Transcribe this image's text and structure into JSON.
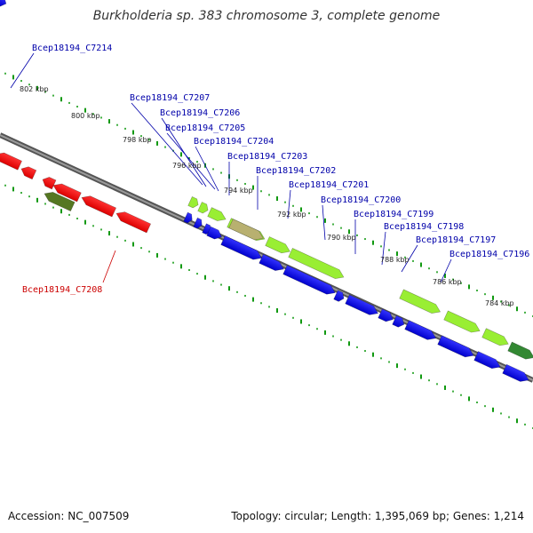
{
  "title": "Burkholderia sp. 383 chromosome 3, complete genome",
  "footer": {
    "accession": "Accession: NC_007509",
    "summary": "Topology: circular; Length: 1,395,069 bp; Genes: 1,214"
  },
  "tick_labels": [
    "802 kbp",
    "800 kbp",
    "798 kbp",
    "796 kbp",
    "794 kbp",
    "792 kbp",
    "790 kbp",
    "788 kbp",
    "786 kbp",
    "784 kbp"
  ],
  "gene_labels": {
    "top": [
      "Bcep18194_C7214",
      "Bcep18194_C7207",
      "Bcep18194_C7206",
      "Bcep18194_C7205",
      "Bcep18194_C7204",
      "Bcep18194_C7203",
      "Bcep18194_C7202",
      "Bcep18194_C7201",
      "Bcep18194_C7200",
      "Bcep18194_C7199",
      "Bcep18194_C7198",
      "Bcep18194_C7197",
      "Bcep18194_C7196"
    ],
    "bottom": [
      "Bcep18194_C7208"
    ]
  },
  "colors": {
    "forward_cds": "#0000e0",
    "reverse_cds": "#ff0000",
    "forward_highlight": "#99ee33",
    "reverse_highlight": "#557722",
    "forward_label": "#0000aa",
    "reverse_label": "#cc0000",
    "backbone": "#777777",
    "gc_ticks": "#119911"
  }
}
